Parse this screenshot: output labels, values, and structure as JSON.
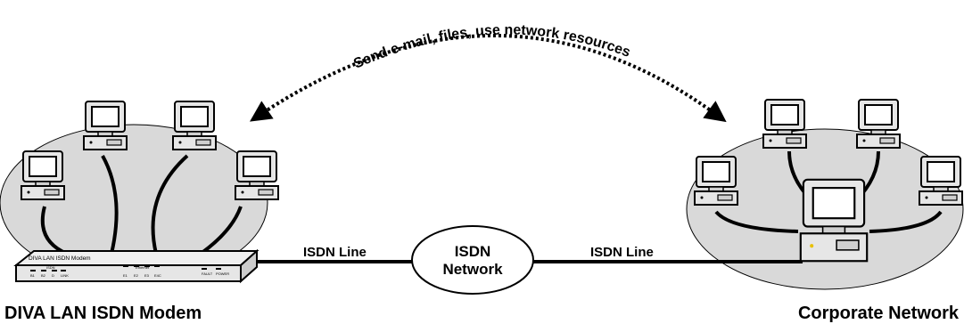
{
  "arc_label": "Send e-mail, files, use network resources",
  "left_caption": "DIVA LAN ISDN Modem",
  "right_caption": "Corporate Network",
  "isdn_line_left": "ISDN Line",
  "isdn_line_right": "ISDN Line",
  "isdn_network": {
    "line1": "ISDN",
    "line2": "Network"
  },
  "modem": {
    "name": "DIVA LAN ISDN Modem",
    "isdn_group": "ISDN",
    "isdn_leds": [
      "B1",
      "B2",
      "D",
      "LINK"
    ],
    "ethernet_group": "Ethernet",
    "ethernet_leds": [
      "E1",
      "E2",
      "E3",
      "E4C"
    ],
    "status_leds": [
      "FAULT",
      "POWER"
    ]
  },
  "colors": {
    "cloud": "#d9d9d9",
    "screen": "#ffffff",
    "outline": "#000000"
  }
}
